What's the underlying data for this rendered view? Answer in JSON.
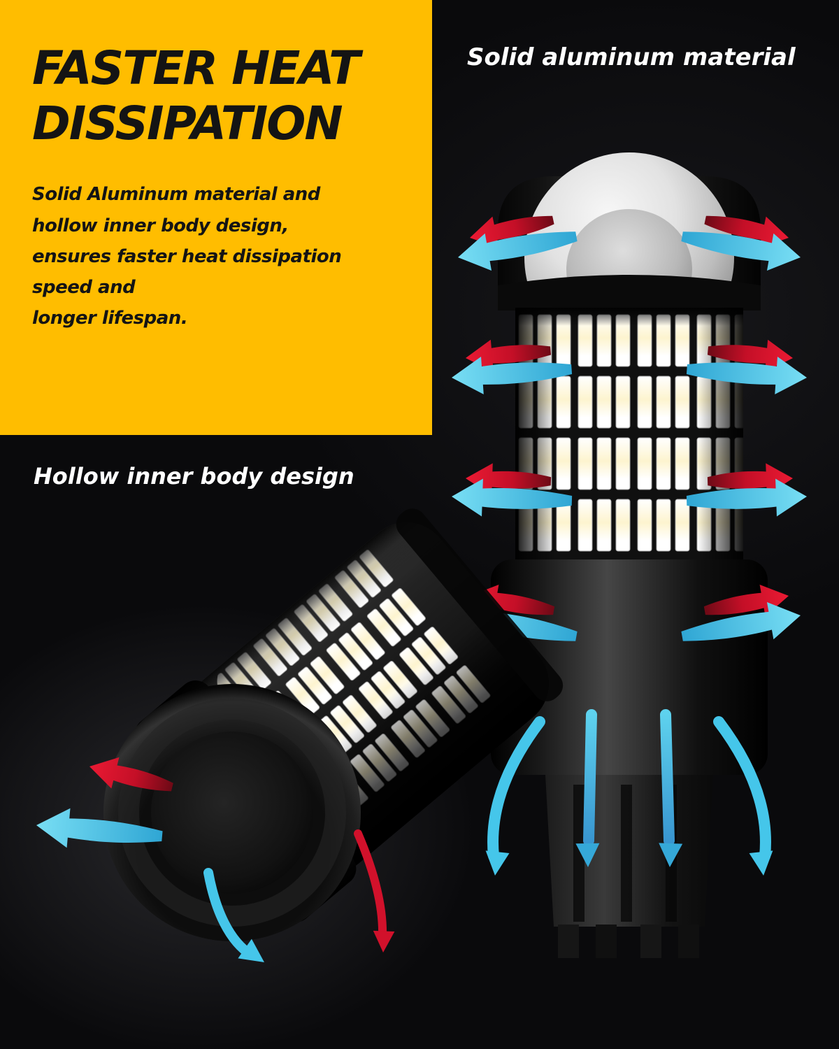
{
  "hero": {
    "heading": [
      "FASTER HEAT",
      "DISSIPATION"
    ],
    "description": [
      "Solid Aluminum material and",
      "hollow inner body design,",
      "ensures faster heat dissipation speed and",
      "longer lifespan."
    ]
  },
  "annotations": {
    "solid_aluminum": "Solid aluminum material",
    "hollow_body": "Hollow inner body design"
  },
  "colors": {
    "accent_yellow": "#FFBD00",
    "background_black": "#0A0A0C",
    "arrow_cyan": "#45C6EA",
    "arrow_red": "#D1112B",
    "heading_text": "#141414",
    "label_text": "#FFFFFF",
    "led_chip_white": "#FFFFFF",
    "led_chip_warm": "#FBF2CC"
  }
}
